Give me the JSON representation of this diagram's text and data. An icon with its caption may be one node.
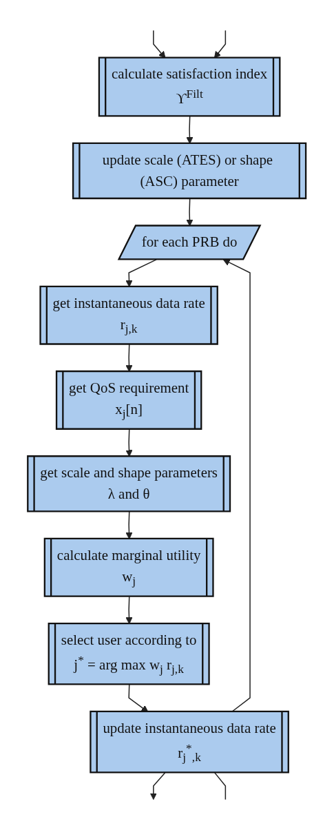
{
  "diagram": {
    "nodes": [
      {
        "text": [
          "calculate satisfaction index",
          "ϒ$^{Filt}$"
        ]
      },
      {
        "text": [
          "update scale (ATES) or shape (ASC) parameter"
        ]
      },
      {
        "text": [
          "for each PRB do"
        ]
      },
      {
        "text": [
          "get instantaneous data rate",
          "r$_{j,k}$"
        ]
      },
      {
        "text": [
          "get QoS requirement",
          "x$_{j}$[n]"
        ]
      },
      {
        "text": [
          "get scale and shape parameters",
          "λ and θ"
        ]
      },
      {
        "text": [
          "calculate marginal utility",
          "w$_{j}$"
        ]
      },
      {
        "text": [
          "select user according to",
          "j$^{*}$ = arg max w$_{j}$ r$_{j,k}$"
        ]
      },
      {
        "text": [
          "update instantaneous data rate",
          "r$_{j}$$^{*}$$_{,k}$"
        ]
      }
    ],
    "edges": [
      {
        "from": null,
        "to": 0,
        "arrow": "to"
      },
      {
        "from": null,
        "to": 0,
        "arrow": "to"
      },
      {
        "from": 0,
        "to": 1,
        "arrow": "to"
      },
      {
        "from": 1,
        "to": 2,
        "arrow": "to"
      },
      {
        "from": 2,
        "to": 3,
        "arrow": "to"
      },
      {
        "from": 3,
        "to": 4,
        "arrow": "to"
      },
      {
        "from": 4,
        "to": 5,
        "arrow": "to"
      },
      {
        "from": 5,
        "to": 6,
        "arrow": "to"
      },
      {
        "from": 6,
        "to": 7,
        "arrow": "to"
      },
      {
        "from": 7,
        "to": 8,
        "arrow": "to"
      },
      {
        "from": 8,
        "to": 2,
        "arrow": "to"
      },
      {
        "from": 8,
        "to": null,
        "arrow": "to"
      },
      {
        "from": 8,
        "to": null,
        "arrow": "none"
      }
    ]
  }
}
